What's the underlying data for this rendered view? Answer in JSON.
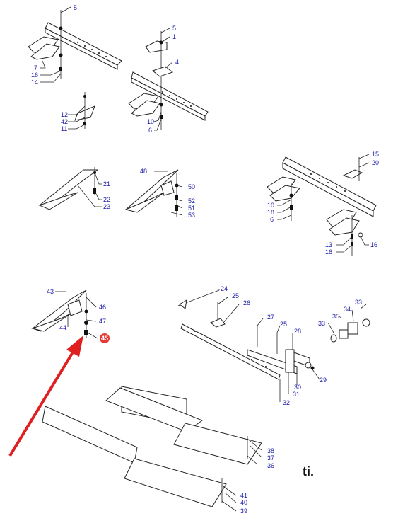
{
  "colors": {
    "label": "#1a1aa8",
    "highlight": "#e53935",
    "arrow": "#e02020",
    "ink": "#222222"
  },
  "highlight_label": "45",
  "brand_mark": "ti.",
  "labels": [
    "5",
    "7",
    "16",
    "14",
    "5",
    "1",
    "4",
    "12",
    "42",
    "11",
    "10",
    "6",
    "21",
    "22",
    "23",
    "48",
    "50",
    "52",
    "51",
    "53",
    "15",
    "20",
    "10",
    "18",
    "6",
    "13",
    "16",
    "16",
    "43",
    "46",
    "47",
    "44",
    "45",
    "24",
    "25",
    "26",
    "27",
    "25",
    "28",
    "33",
    "34",
    "35",
    "33",
    "30",
    "29",
    "31",
    "32",
    "38",
    "37",
    "36",
    "41",
    "40",
    "39"
  ]
}
